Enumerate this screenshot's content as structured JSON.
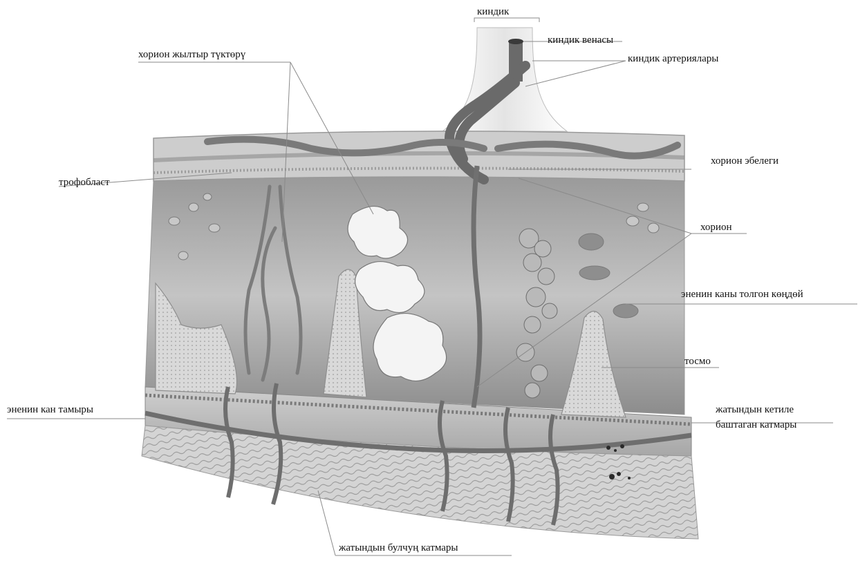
{
  "labels": {
    "umbilical_cord": "киндик",
    "umbilical_vein": "киндик венасы",
    "umbilical_arteries": "киндик артериялары",
    "chorion_villi": "хорион жылтыр түктөрү",
    "chorionic_plate": "хорион эбелеги",
    "trophoblast": "трофобласт",
    "chorion": "хорион",
    "intervillous_space": "эненин каны толгон көңдөй",
    "septum": "тосмо",
    "maternal_vessel": "эненин кан тамыры",
    "decidua_line1": "жатындын кетиле",
    "decidua_line2": "баштаган катмары",
    "myometrium": "жатындын булчуң катмары"
  },
  "colors": {
    "background": "#ffffff",
    "tissue_light": "#d6d6d6",
    "tissue_mid": "#a9a9a9",
    "tissue_dark": "#6e6e6e",
    "vessel": "#7a7a7a",
    "villi": "#f3f3f3",
    "leader_line": "#8a8a8a"
  }
}
